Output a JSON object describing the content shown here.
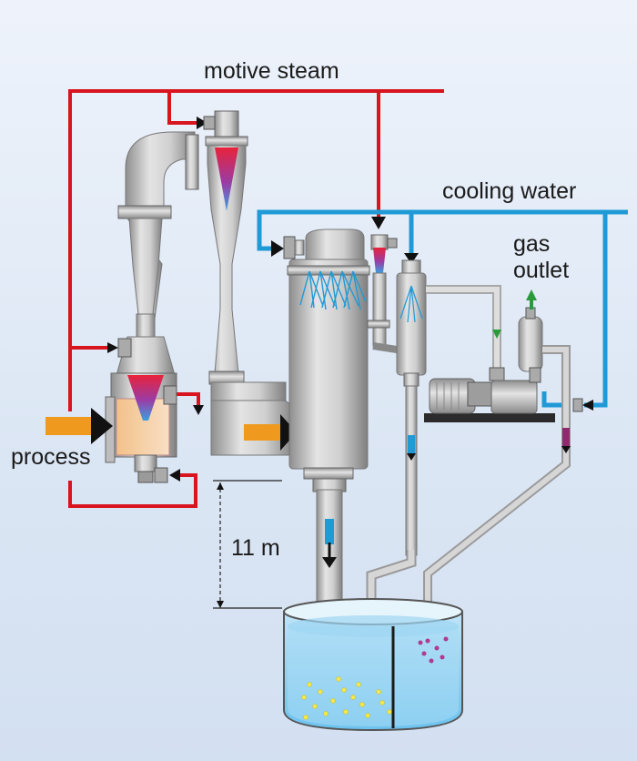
{
  "labels": {
    "motive_steam": "motive steam",
    "cooling_water": "cooling water",
    "gas_outlet": "gas\noutlet",
    "process": "process",
    "height": "11 m"
  },
  "colors": {
    "steam": "#d8141e",
    "water": "#1f9ad6",
    "process_arrow": "#ef9a1e",
    "metal": "#c4c4c4"
  }
}
